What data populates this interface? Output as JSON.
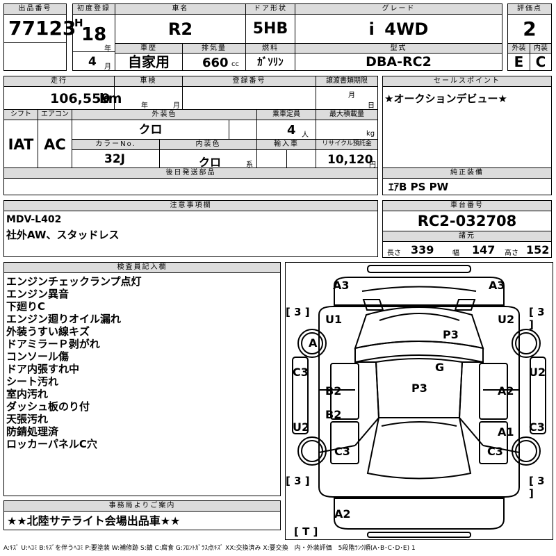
{
  "header": {
    "lot_label": "出品番号",
    "lot": "77123",
    "reg_label": "初度登録",
    "era": "H",
    "year": "18",
    "year_unit": "年",
    "month": "4",
    "month_unit": "月",
    "name_label": "車名",
    "name": "R2",
    "door_label": "ドア形状",
    "door": "5HB",
    "grade_label": "グレード",
    "grade": "i 4WD",
    "score_label": "評価点",
    "score": "2",
    "history_label": "車歴",
    "history": "自家用",
    "disp_label": "排気量",
    "disp": "660",
    "disp_unit": "cc",
    "fuel_label": "燃料",
    "fuel": "ｶﾞｿﾘﾝ",
    "model_label": "型式",
    "model": "DBA-RC2",
    "ext_label": "外装",
    "ext": "E",
    "int_label": "内装",
    "int": "C"
  },
  "row2": {
    "mileage_label": "走行",
    "mileage": "106,559",
    "mileage_unit": "km",
    "inspection_label": "車検",
    "insp_year": "年",
    "insp_month": "月",
    "regno_label": "登録番号",
    "transfer_label": "譲渡書類期限",
    "transfer_month": "月",
    "transfer_day": "日",
    "shift_label": "シフト",
    "shift": "IAT",
    "ac_label": "エアコン",
    "ac": "AC",
    "color_label": "外装色",
    "color": "クロ",
    "capacity_label": "乗車定員",
    "capacity": "4",
    "capacity_unit": "人",
    "load_label": "最大積載量",
    "load_unit": "kg",
    "colorno_label": "カラーNo.",
    "colorno": "32J",
    "intcolor_label": "内装色",
    "intcolor": "クロ",
    "intcolor_unit": "系",
    "import_label": "輸入車",
    "recycle_label": "リサイクル預託金",
    "recycle": "10,120",
    "recycle_unit": "円",
    "later_label": "後日発送部品"
  },
  "sales": {
    "title": "セールスポイント",
    "text": "★オークションデビュー★",
    "equip_label": "純正装備",
    "equip": "ｴｱB PS PW"
  },
  "notes": {
    "title": "注意事項欄",
    "line1": "MDV-L402",
    "line2": "社外AW、スタッドレス"
  },
  "chassis": {
    "title": "車台番号",
    "number": "RC2-032708",
    "spec_label": "諸元",
    "length_label": "長さ",
    "length": "339",
    "width_label": "幅",
    "width": "147",
    "height_label": "高さ",
    "height": "152"
  },
  "inspector": {
    "title": "検査員記入欄",
    "items": [
      "エンジンチェックランプ点灯",
      "エンジン異音",
      "下廻りC",
      "エンジン廻りオイル漏れ",
      "外装うすい線キズ",
      "ドアミラーＰ剥がれ",
      "コンソール傷",
      "ドア内張すれ中",
      "シート汚れ",
      "室内汚れ",
      "ダッシュ板のり付",
      "天張汚れ",
      "防錆処理済",
      "ロッカーパネルC穴"
    ]
  },
  "office": {
    "title": "事務局よりご案内",
    "text": "★★北陸サテライト会場出品車★★"
  },
  "legend": "A:ｷｽﾞ U:ﾍｺﾐ B:ｷｽﾞを伴うﾍｺﾐ P:要塗装 W:補修跡 S:錆 C:腐食 G:ﾌﾛﾝﾄｶﾞﾗｽ点ｷｽﾞ XX:交換済み X:要交換　内・外装評価　5段階ﾗﾝｸ順(A･B･C･D･E) 1",
  "diagram": {
    "tire": "3",
    "spare": "T",
    "labels": {
      "a3l": "A3",
      "a3r": "A3",
      "u1": "U1",
      "u2t": "U2",
      "a_wheel": "A",
      "p3a": "P3",
      "g": "G",
      "c3l": "C3",
      "u2r": "U2",
      "b2a": "B2",
      "p3b": "P3",
      "a2": "A2",
      "b2b": "B2",
      "u2l": "U2",
      "a1": "A1",
      "c3r": "C3",
      "c3bl": "C3",
      "c3br": "C3",
      "a2rear": "A2"
    }
  }
}
